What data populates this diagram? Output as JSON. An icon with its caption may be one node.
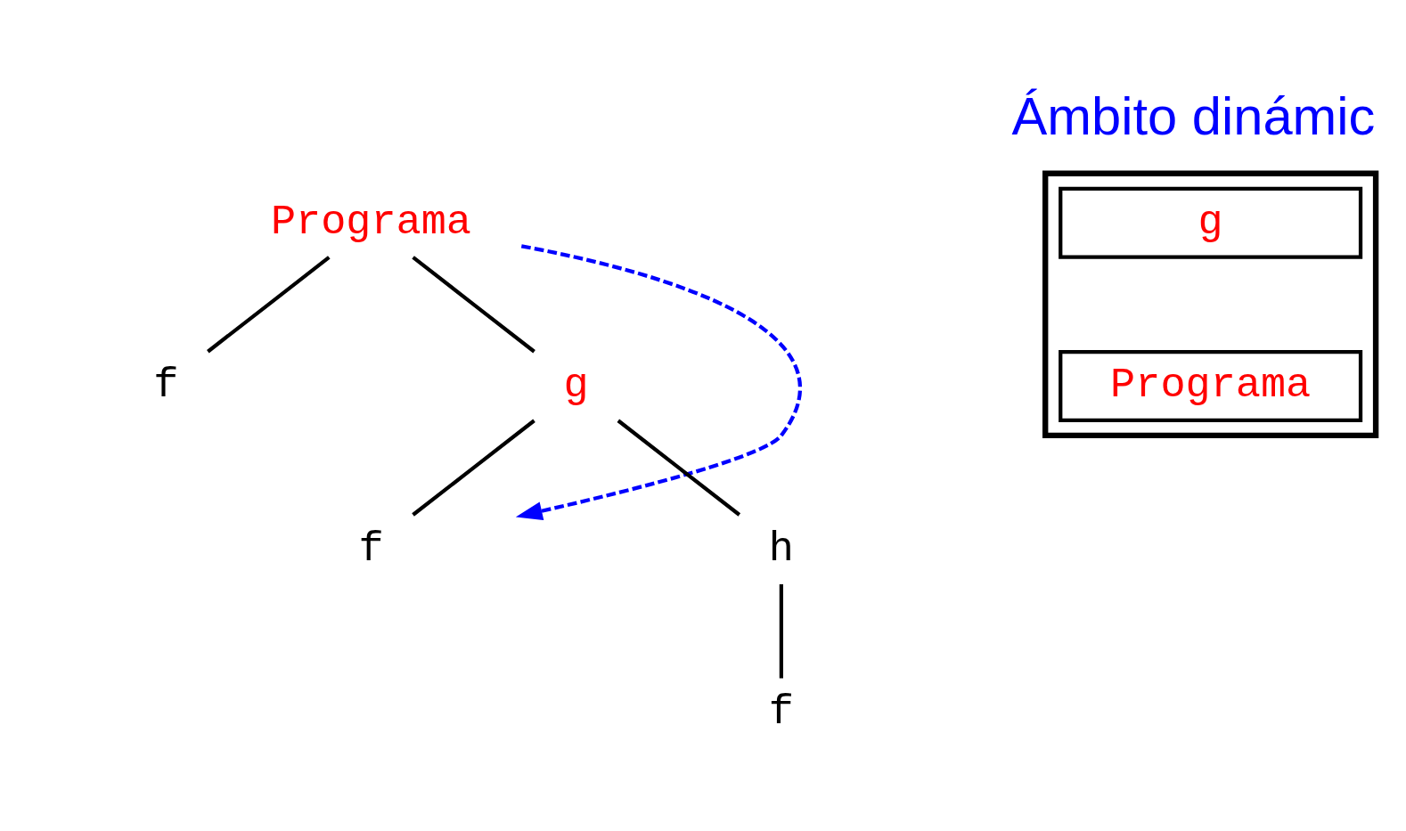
{
  "diagram": {
    "title": "Ámbito dinámic",
    "nodes": [
      {
        "text": [
          "Programa"
        ]
      },
      {
        "text": [
          "f"
        ]
      },
      {
        "text": [
          "g"
        ]
      },
      {
        "text": [
          "f"
        ]
      },
      {
        "text": [
          "h"
        ]
      },
      {
        "text": [
          "f"
        ]
      },
      {
        "text": [],
        "shape": "box"
      },
      {
        "text": [
          "g"
        ],
        "in": 6
      },
      {
        "text": [
          "Programa"
        ],
        "in": 6
      }
    ],
    "edges": [
      {
        "from": 0,
        "to": 1,
        "arrow": "none"
      },
      {
        "from": 0,
        "to": 2,
        "arrow": "none"
      },
      {
        "from": 2,
        "to": 3,
        "arrow": "none"
      },
      {
        "from": 2,
        "to": 4,
        "arrow": "none"
      },
      {
        "from": 4,
        "to": 5,
        "arrow": "none"
      },
      {
        "from": 0,
        "to": 3,
        "arrow": "to",
        "style": "dashed",
        "color": "#0000ff"
      }
    ]
  }
}
